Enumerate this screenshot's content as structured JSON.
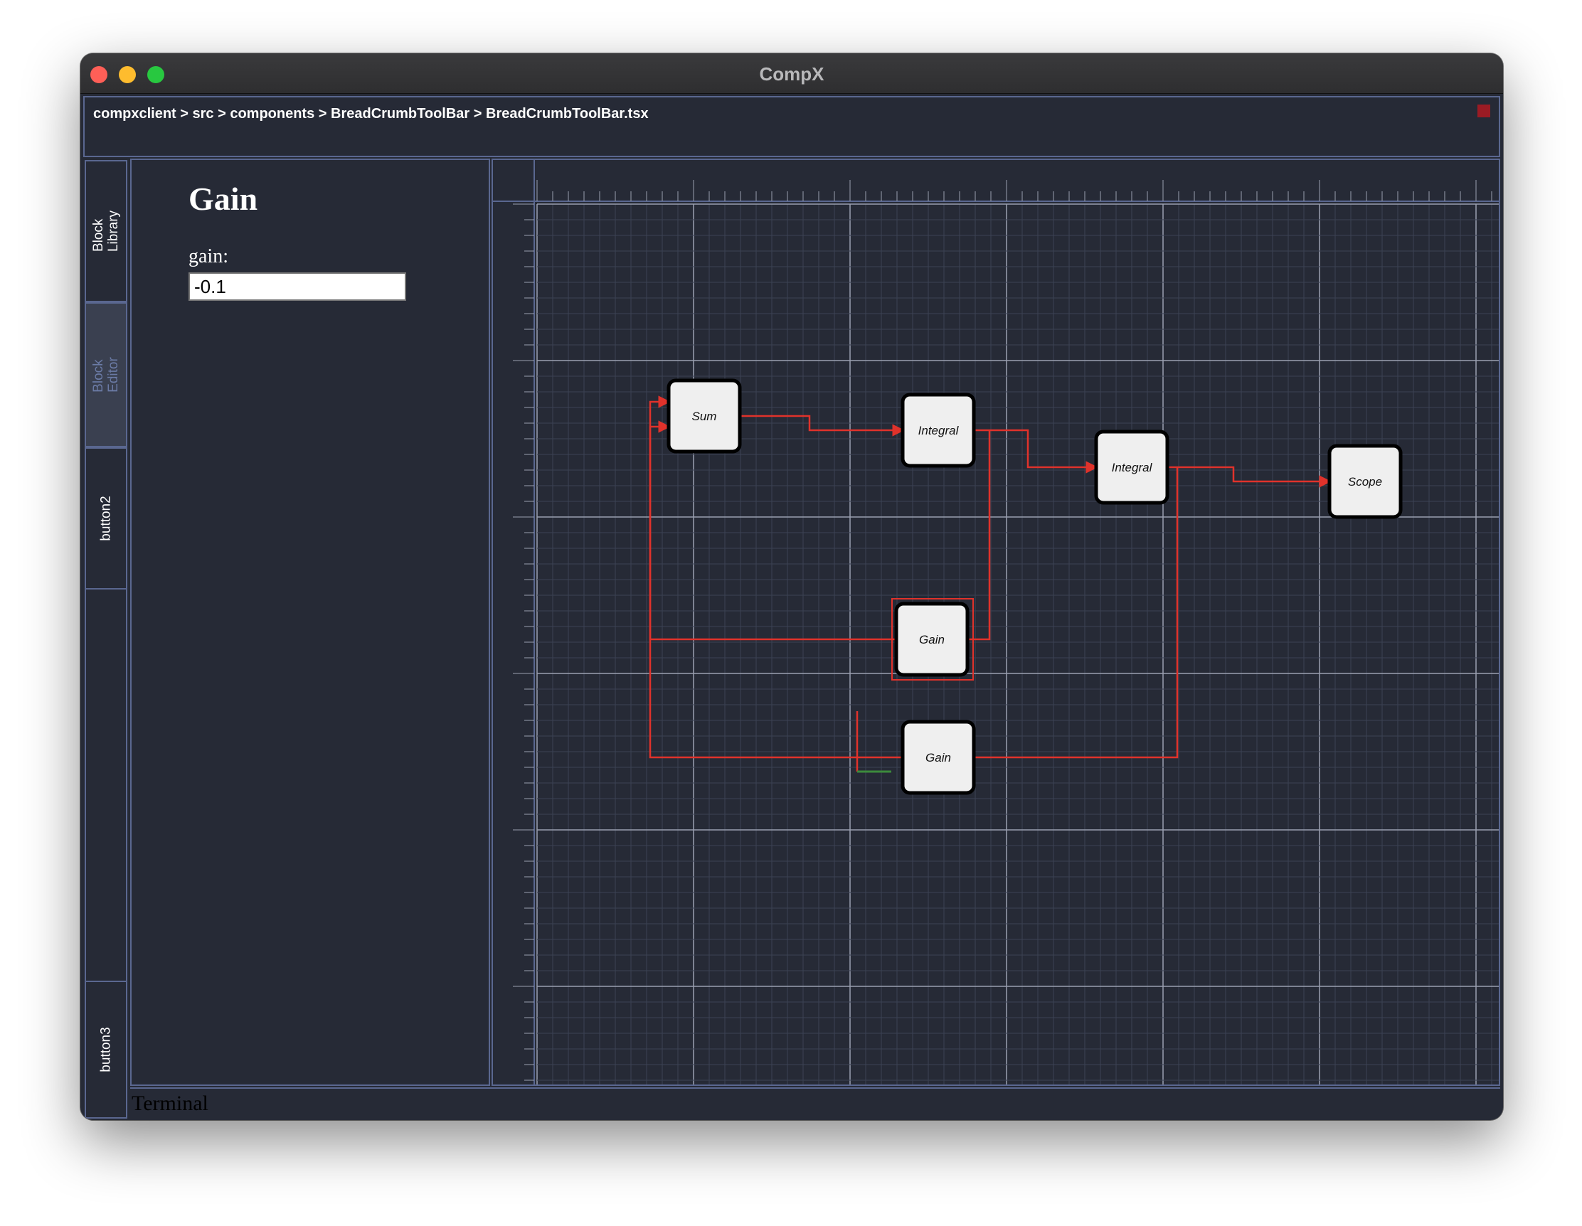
{
  "window": {
    "title": "CompX"
  },
  "breadcrumb": {
    "path": "compxclient > src > components > BreadCrumbToolBar > BreadCrumbToolBar.tsx"
  },
  "sidebar": {
    "items": [
      {
        "label": "Block\nLibrary",
        "active": false
      },
      {
        "label": "Block\nEditor",
        "active": true
      },
      {
        "label": "button2",
        "active": false
      },
      {
        "label": "button3",
        "active": false
      }
    ]
  },
  "editor": {
    "block_title": "Gain",
    "param_label": "gain:",
    "param_value": "-0.1"
  },
  "canvas": {
    "blocks": [
      {
        "id": "sum",
        "label": "Sum"
      },
      {
        "id": "integral1",
        "label": "Integral"
      },
      {
        "id": "integral2",
        "label": "Integral"
      },
      {
        "id": "scope",
        "label": "Scope"
      },
      {
        "id": "gain1",
        "label": "Gain",
        "selected": true
      },
      {
        "id": "gain2",
        "label": "Gain"
      }
    ],
    "wire_color": "#e0322b",
    "selection_color": "#e0322b"
  },
  "terminal": {
    "label": "Terminal"
  },
  "colors": {
    "background": "#262a36",
    "border": "#5a6790",
    "grid_minor": "#3c4254",
    "grid_major": "#9aa0b0"
  }
}
